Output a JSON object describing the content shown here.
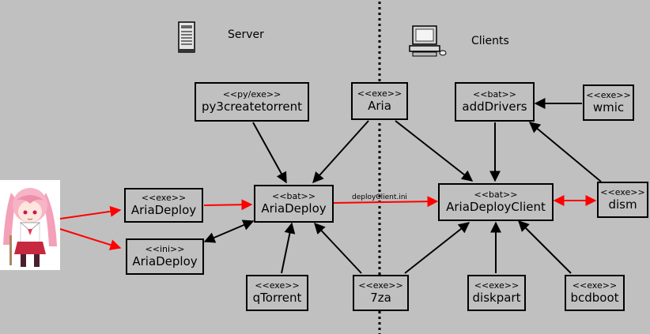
{
  "zones": {
    "server_label": "Server",
    "clients_label": "Clients"
  },
  "nodes": {
    "py3createtorrent": {
      "stereotype": "<<py/exe>>",
      "name": "py3createtorrent"
    },
    "aria": {
      "stereotype": "<<exe>>",
      "name": "Aria"
    },
    "add_drivers": {
      "stereotype": "<<bat>>",
      "name": "addDrivers"
    },
    "wmic": {
      "stereotype": "<<exe>>",
      "name": "wmic"
    },
    "aria_deploy_exe": {
      "stereotype": "<<exe>>",
      "name": "AriaDeploy"
    },
    "aria_deploy_bat": {
      "stereotype": "<<bat>>",
      "name": "AriaDeploy"
    },
    "aria_deploy_client": {
      "stereotype": "<<bat>>",
      "name": "AriaDeployClient"
    },
    "dism": {
      "stereotype": "<<exe>>",
      "name": "dism"
    },
    "aria_deploy_ini": {
      "stereotype": "<<ini>>",
      "name": "AriaDeploy"
    },
    "qtorrent": {
      "stereotype": "<<exe>>",
      "name": "qTorrent"
    },
    "sevenza": {
      "stereotype": "<<exe>>",
      "name": "7za"
    },
    "diskpart": {
      "stereotype": "<<exe>>",
      "name": "diskpart"
    },
    "bcdboot": {
      "stereotype": "<<exe>>",
      "name": "bcdboot"
    }
  },
  "edge_labels": {
    "deploy_client_ini": "deployClient.ini"
  },
  "colors": {
    "background": "#c0c0c0",
    "black_edges": "#000000",
    "red_edges": "#ff0000"
  },
  "icons": {
    "server": "server-tower-icon",
    "clients": "desktop-computer-icon",
    "user": "anime-user-figure"
  }
}
